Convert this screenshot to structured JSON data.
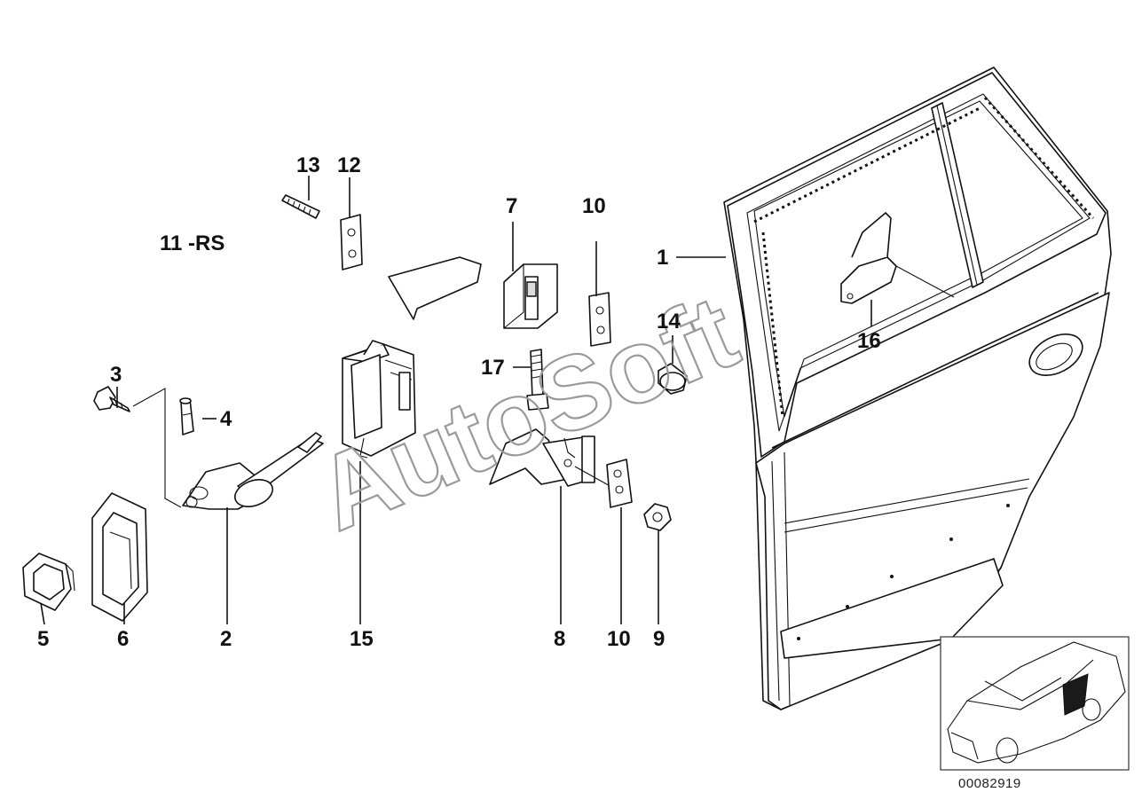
{
  "diagram": {
    "watermark": "AutoSoft",
    "document_number": "00082919",
    "parts": [
      {
        "id": "p1",
        "label": "1"
      },
      {
        "id": "p2",
        "label": "2"
      },
      {
        "id": "p3",
        "label": "3"
      },
      {
        "id": "p4",
        "label": "4"
      },
      {
        "id": "p5",
        "label": "5"
      },
      {
        "id": "p6",
        "label": "6"
      },
      {
        "id": "p7",
        "label": "7"
      },
      {
        "id": "p8",
        "label": "8"
      },
      {
        "id": "p9",
        "label": "9"
      },
      {
        "id": "p10a",
        "label": "10"
      },
      {
        "id": "p10b",
        "label": "10"
      },
      {
        "id": "p11",
        "label": "11 -RS"
      },
      {
        "id": "p12",
        "label": "12"
      },
      {
        "id": "p13",
        "label": "13"
      },
      {
        "id": "p14",
        "label": "14"
      },
      {
        "id": "p15",
        "label": "15"
      },
      {
        "id": "p16",
        "label": "16"
      },
      {
        "id": "p17",
        "label": "17"
      }
    ]
  }
}
